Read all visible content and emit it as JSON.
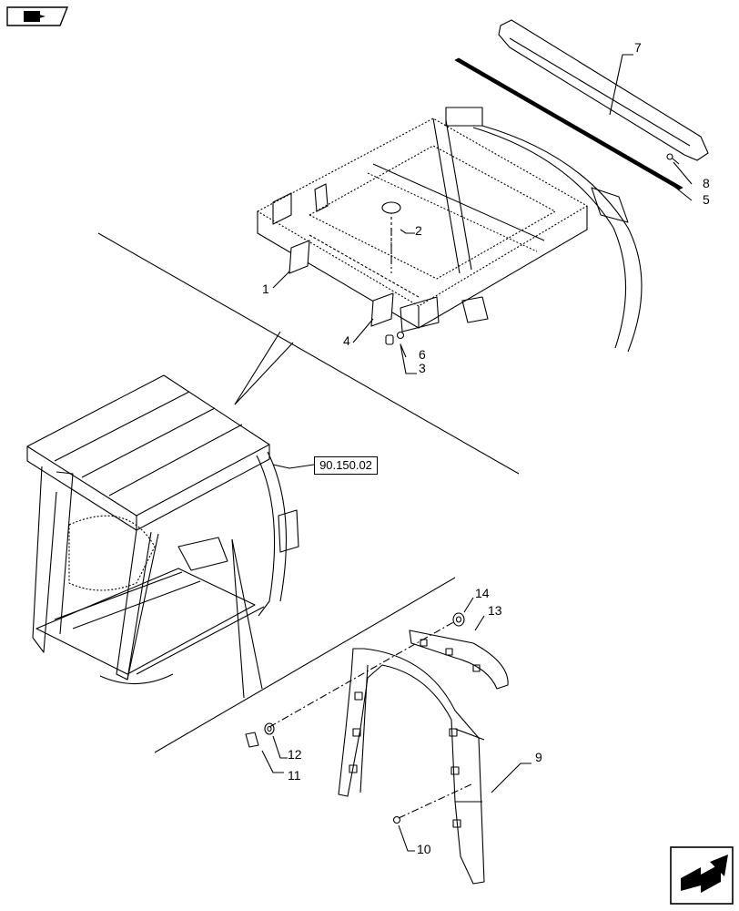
{
  "reference_link": "90.150.02",
  "callouts": [
    {
      "id": "1",
      "text": "1"
    },
    {
      "id": "2",
      "text": "2"
    },
    {
      "id": "3",
      "text": "3"
    },
    {
      "id": "4",
      "text": "4"
    },
    {
      "id": "5",
      "text": "5"
    },
    {
      "id": "6",
      "text": "6"
    },
    {
      "id": "7",
      "text": "7"
    },
    {
      "id": "8",
      "text": "8"
    },
    {
      "id": "9",
      "text": "9"
    },
    {
      "id": "10",
      "text": "10"
    },
    {
      "id": "11",
      "text": "11"
    },
    {
      "id": "12",
      "text": "12"
    },
    {
      "id": "13",
      "text": "13"
    },
    {
      "id": "14",
      "text": "14"
    }
  ],
  "icons": {
    "top_left": "previous-page-icon",
    "bottom_right": "next-page-icon"
  }
}
